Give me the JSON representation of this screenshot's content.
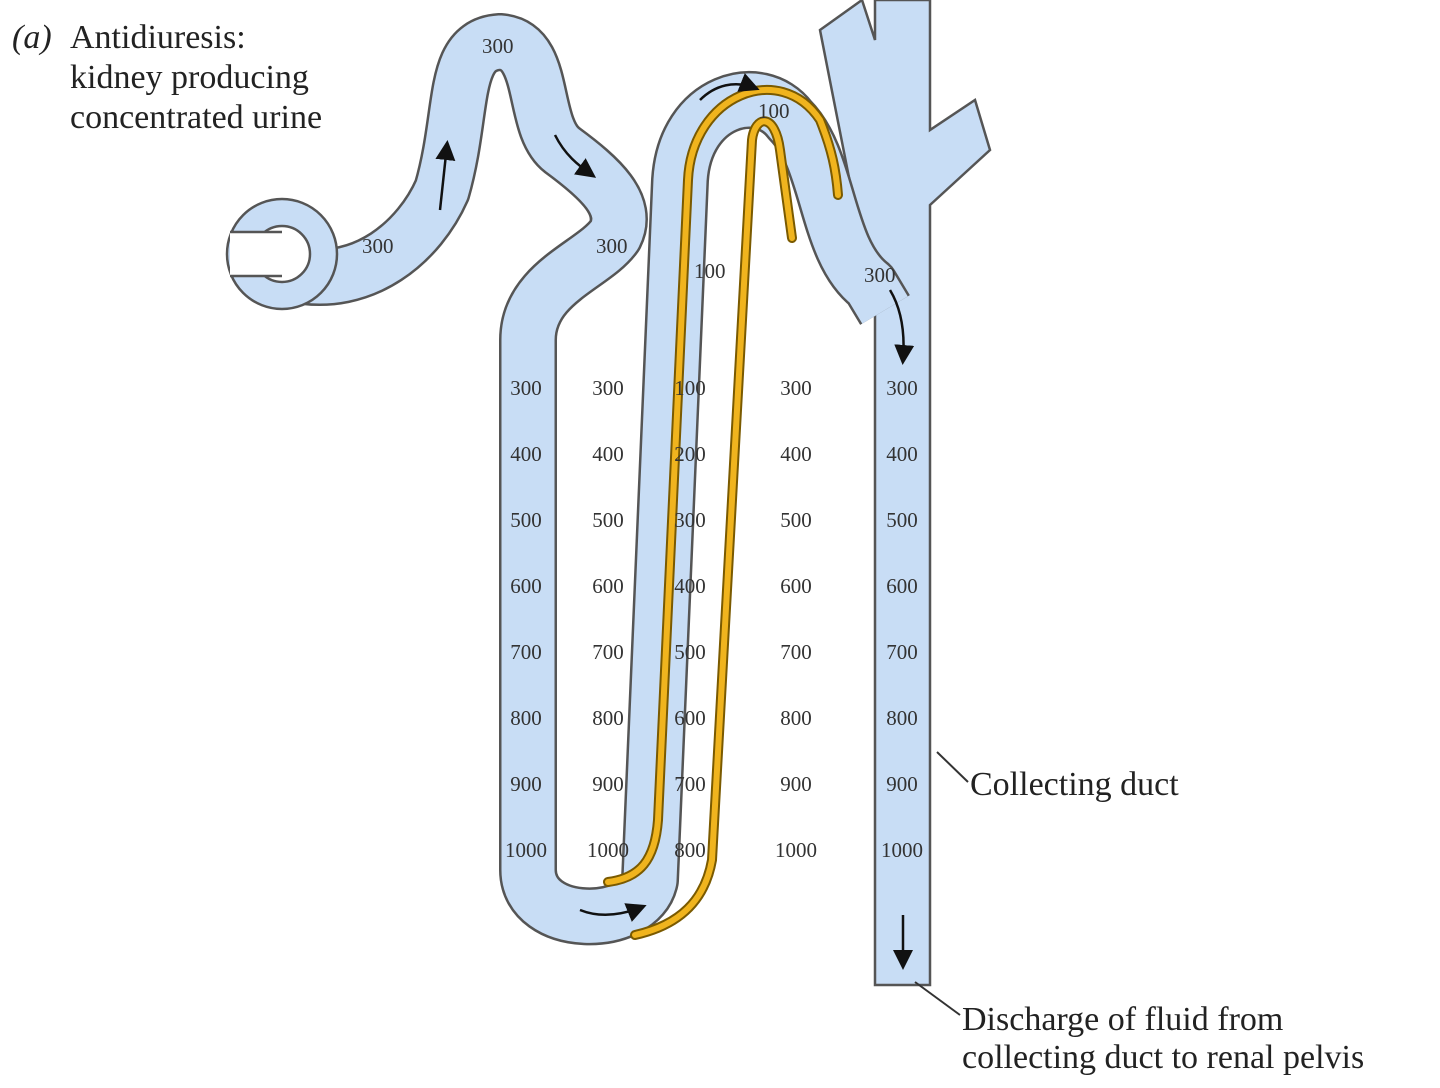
{
  "colors": {
    "tubule_fill": "#c8ddf5",
    "tubule_outline": "#555555",
    "thick_ascending_limb": "#f0b41e",
    "text": "#222222"
  },
  "title": {
    "panel_letter": "(a)",
    "lines": [
      "Antidiuresis:",
      "kidney producing",
      "concentrated urine"
    ]
  },
  "labels": {
    "collecting_duct": "Collecting duct",
    "discharge_line1": "Discharge of fluid from",
    "discharge_line2": "collecting duct to renal pelvis"
  },
  "osmolarity": {
    "top": {
      "loop_top": "300",
      "proximal": "300",
      "descending_top": "300",
      "distal_top": "100",
      "ascending_top": "100",
      "collecting_top": "300"
    },
    "columns": {
      "descending_limb": [
        "300",
        "400",
        "500",
        "600",
        "700",
        "800",
        "900",
        "1000"
      ],
      "interstitium_left": [
        "300",
        "400",
        "500",
        "600",
        "700",
        "800",
        "900",
        "1000"
      ],
      "ascending_limb": [
        "100",
        "200",
        "300",
        "400",
        "500",
        "600",
        "700",
        "800"
      ],
      "interstitium_right": [
        "300",
        "400",
        "500",
        "600",
        "700",
        "800",
        "900",
        "1000"
      ],
      "collecting_duct": [
        "300",
        "400",
        "500",
        "600",
        "700",
        "800",
        "900",
        "1000"
      ]
    }
  },
  "icons": [
    "flow-arrow-icon"
  ]
}
